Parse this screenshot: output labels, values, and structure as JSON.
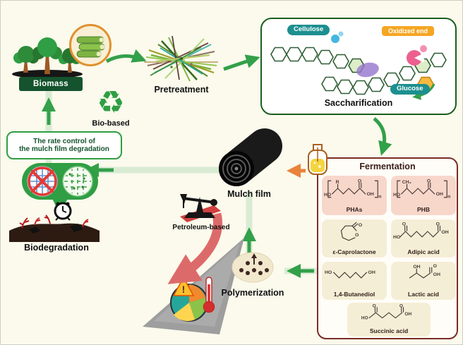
{
  "canvas": {
    "background": "#fbfaec"
  },
  "palette": {
    "arrow_green": "#33a04a",
    "path_green": "#d9ecd3",
    "saccharification_border": "#1b5e20",
    "fermentation_border": "#7b2d26",
    "teal_badge": "#1d8f8f",
    "orange_badge": "#f5a623",
    "red_arrow": "#dd6a6a"
  },
  "nodes": {
    "biomass": {
      "label": "Biomass"
    },
    "pretreatment": {
      "label": "Pretreatment"
    },
    "saccharification": {
      "label": "Saccharification",
      "cellulose_badge": "Cellulose",
      "oxidized_badge": "Oxidized end",
      "glucose_badge": "Glucose"
    },
    "fermentation": {
      "label": "Fermentation",
      "chemicals": [
        {
          "name": "PHAs",
          "atoms": [
            "HO",
            "R",
            "O",
            "OH",
            "n"
          ]
        },
        {
          "name": "PHB",
          "atoms": [
            "HO",
            "CH₃",
            "O",
            "OH",
            "n"
          ]
        },
        {
          "name": "ε-Caprolactone",
          "atoms": [
            "O",
            "O"
          ]
        },
        {
          "name": "Adipic acid",
          "atoms": [
            "HO",
            "O",
            "O",
            "OH"
          ]
        },
        {
          "name": "1,4-Butanediol",
          "atoms": [
            "HO",
            "OH"
          ]
        },
        {
          "name": "Lactic acid",
          "atoms": [
            "OH",
            "O",
            "OH"
          ]
        },
        {
          "name": "Succinic acid",
          "atoms": [
            "HO",
            "O",
            "O",
            "OH"
          ]
        }
      ]
    },
    "polymerization": {
      "label": "Polymerization"
    },
    "mulch_film": {
      "label": "Mulch film"
    },
    "bio_based": {
      "label": "Bio-based",
      "glyph": "♻"
    },
    "rate_control": {
      "line1": "The rate control of",
      "line2": "the mulch film degradation"
    },
    "biodegradation": {
      "label": "Biodegradation"
    },
    "petroleum": {
      "label": "Petroleum-based"
    },
    "climate_warning": {
      "mark": "!"
    }
  }
}
